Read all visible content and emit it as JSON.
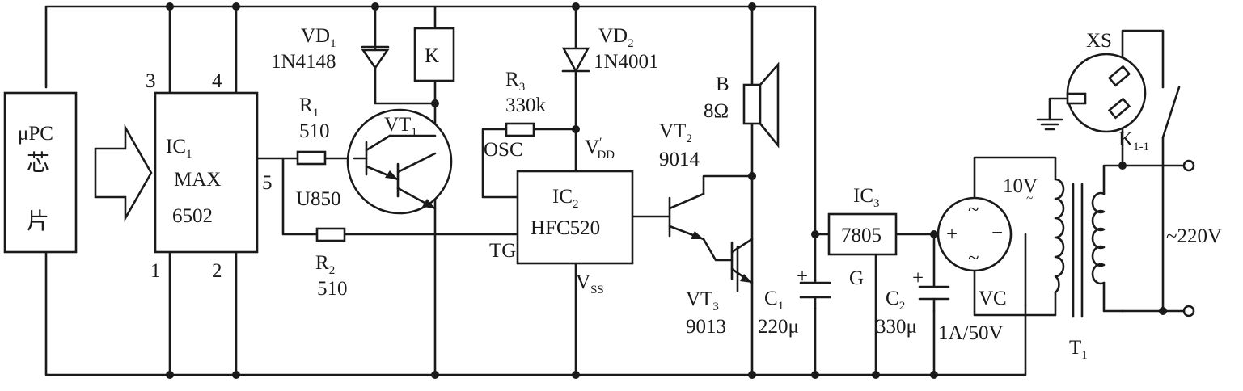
{
  "chip": {
    "line1": "μPC",
    "line2": "芯",
    "line3": "片"
  },
  "ic1": {
    "name": "IC",
    "sub": "1",
    "line2": "MAX",
    "line3": "6502",
    "pin3": "3",
    "pin4": "4",
    "pin5": "5",
    "pin1": "1",
    "pin2": "2"
  },
  "vd1": {
    "name": "VD",
    "sub": "1",
    "part": "1N4148"
  },
  "relay": {
    "name": "K"
  },
  "r1": {
    "name": "R",
    "sub": "1",
    "value": "510"
  },
  "r2": {
    "name": "R",
    "sub": "2",
    "value": "510"
  },
  "vt1": {
    "name": "VT",
    "sub": "1",
    "part": "U850"
  },
  "vd2": {
    "name": "VD",
    "sub": "2",
    "part": "1N4001"
  },
  "r3": {
    "name": "R",
    "sub": "3",
    "value": "330k"
  },
  "ic2": {
    "name": "IC",
    "sub": "2",
    "part": "HFC520",
    "osc": "OSC",
    "vdd": "V",
    "vdd_sup": "′",
    "vdd_sub": "DD",
    "tg": "TG",
    "vss": "V",
    "vss_sub": "SS"
  },
  "speaker": {
    "name": "B",
    "value": "8Ω"
  },
  "vt2": {
    "name": "VT",
    "sub": "2",
    "part": "9014"
  },
  "vt3": {
    "name": "VT",
    "sub": "3",
    "part": "9013"
  },
  "c1": {
    "name": "C",
    "sub": "1",
    "value": "220μ"
  },
  "ic3": {
    "name": "IC",
    "sub": "3",
    "part": "7805",
    "ground": "G"
  },
  "c2": {
    "name": "C",
    "sub": "2",
    "value": "330μ"
  },
  "bridge": {
    "name": "VC",
    "rating": "1A/50V"
  },
  "transformer": {
    "name": "T",
    "sub": "1",
    "secondary": "10V",
    "secondary_ac": "~"
  },
  "socket": {
    "name": "XS"
  },
  "switch": {
    "name": "K",
    "sub": "1-1"
  },
  "mains": {
    "label": "~220V"
  }
}
